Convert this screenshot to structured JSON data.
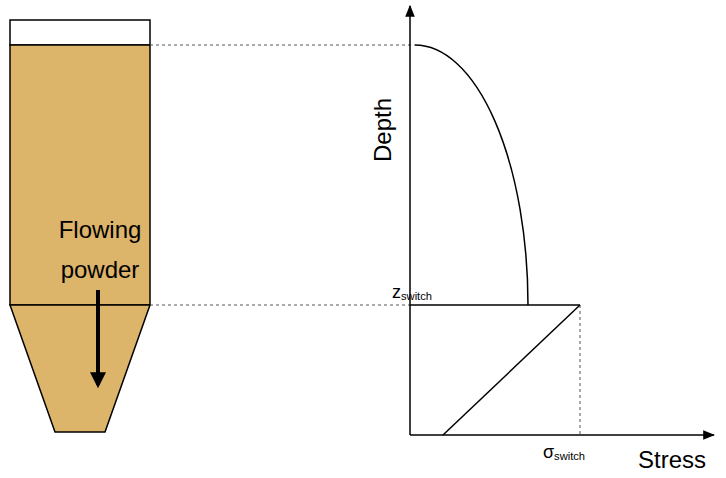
{
  "diagram": {
    "nodes": [
      {
        "text": [
          "Flowing powder"
        ]
      }
    ],
    "labels": [
      "Depth",
      "Stress",
      "zswitch",
      "σswitch"
    ]
  }
}
